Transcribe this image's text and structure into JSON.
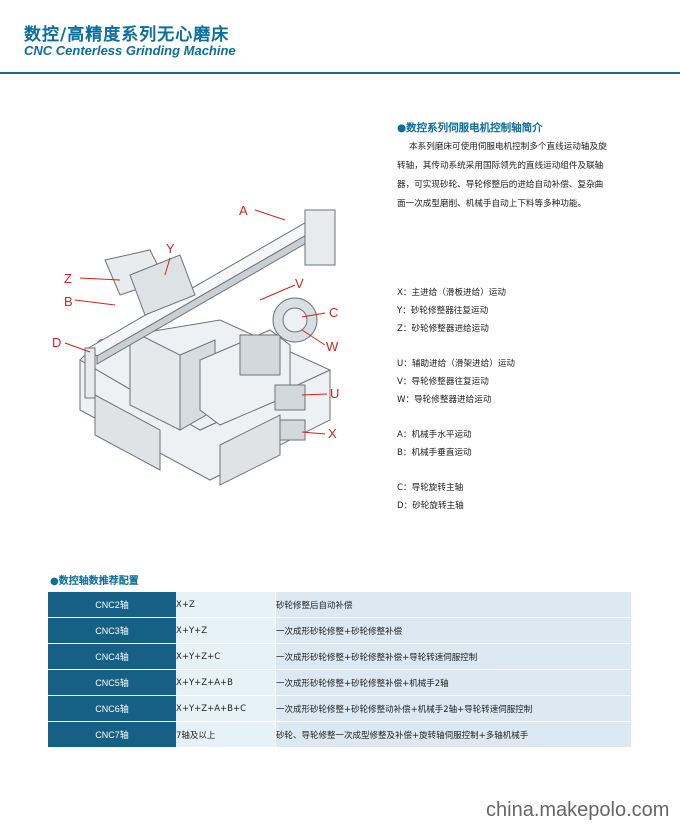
{
  "header": {
    "title_cn": "数控/高精度系列无心磨床",
    "title_en": "CNC Centerless Grinding Machine"
  },
  "intro": {
    "heading": "●数控系列伺服电机控制轴简介",
    "body": "本系列磨床可使用伺服电机控制多个直线运动轴及旋转轴，其传动系统采用国际领先的直线运动组件及联轴器，可实现砂轮、导轮修整后的进给自动补偿、复杂曲面一次成型磨削、机械手自动上下料等多种功能。"
  },
  "diagram": {
    "callouts": [
      "A",
      "Y",
      "Z",
      "B",
      "D",
      "V",
      "C",
      "W",
      "U",
      "X"
    ]
  },
  "axes": {
    "group1": [
      "X：主进给（滑板进给）运动",
      "Y：砂轮修整器往复运动",
      "Z：砂轮修整器进给运动"
    ],
    "group2": [
      "U：辅助进给（滑架进给）运动",
      "V：导轮修整器往复运动",
      "W：导轮修整器进给运动"
    ],
    "group3": [
      "A：机械手水平运动",
      "B：机械手垂直运动"
    ],
    "group4": [
      "C：导轮旋转主轴",
      "D：砂轮旋转主轴"
    ]
  },
  "config": {
    "heading": "●数控轴数推荐配置",
    "rows": [
      {
        "name": "CNC2轴",
        "axes": "X+Z",
        "func": "砂轮修整后自动补偿"
      },
      {
        "name": "CNC3轴",
        "axes": "X+Y+Z",
        "func": "一次成形砂轮修整+砂轮修整补偿"
      },
      {
        "name": "CNC4轴",
        "axes": "X+Y+Z+C",
        "func": "一次成形砂轮修整+砂轮修整补偿+导轮转速伺服控制"
      },
      {
        "name": "CNC5轴",
        "axes": "X+Y+Z+A+B",
        "func": "一次成形砂轮修整+砂轮修整补偿+机械手2轴"
      },
      {
        "name": "CNC6轴",
        "axes": "X+Y+Z+A+B+C",
        "func": "一次成形砂轮修整+砂轮修整动补偿+机械手2轴+导轮转速伺服控制"
      },
      {
        "name": "CNC7轴",
        "axes": "7轴及以上",
        "func": "砂轮、导轮修整一次成型修整及补偿+旋转轴伺服控制+多轴机械手"
      }
    ]
  },
  "watermark": "china.makepolo.com",
  "colors": {
    "brand_blue": "#0b6e9b",
    "table_dark": "#165f85",
    "table_light": "#e7f1f8",
    "callout_red": "#d0241c"
  }
}
